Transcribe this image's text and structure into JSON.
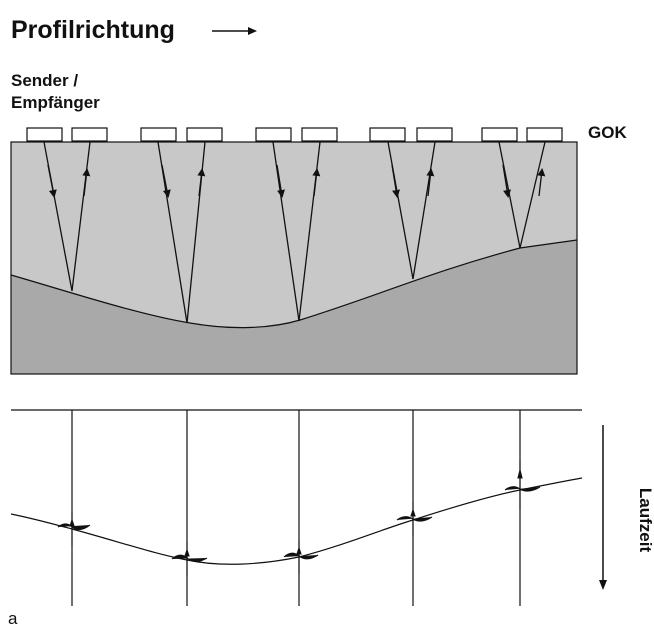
{
  "title": "Profilrichtung",
  "labels": {
    "transceiver_line1": "Sender /",
    "transceiver_line2": "Empfänger",
    "surface": "GOK",
    "traveltime": "Laufzeit",
    "panel": "a"
  },
  "colors": {
    "upper_layer": "#c8c8c8",
    "lower_layer": "#a9a9a9",
    "line": "#111111",
    "background": "#ffffff"
  },
  "antenna_pairs": 5
}
